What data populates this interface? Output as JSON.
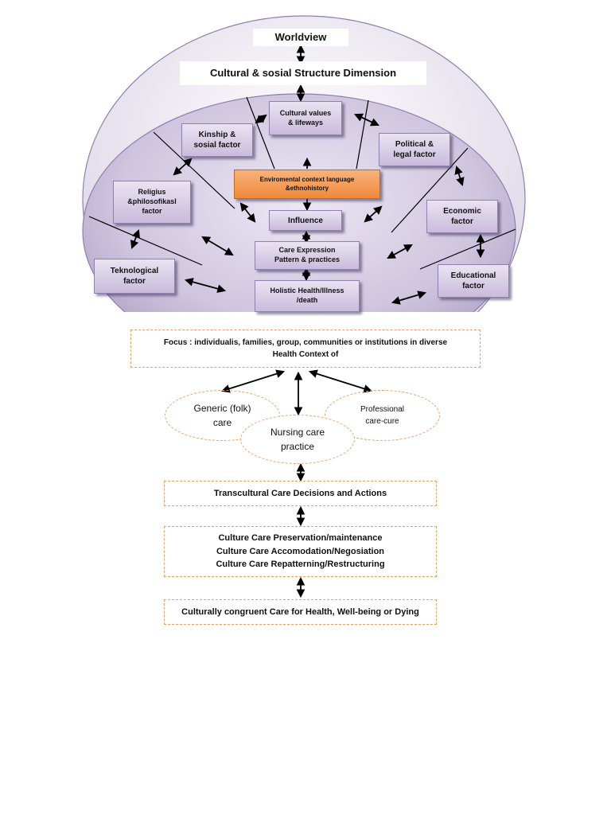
{
  "header": {
    "worldview": "Worldview",
    "structure": "Cultural & sosial Structure Dimension"
  },
  "factors": {
    "cultural_values": "Cultural values\n& lifeways",
    "kinship": "Kinship &\nsosial factor",
    "political": "Political &\nlegal factor",
    "religius": "Religius\n&philosofikasl\nfactor",
    "economic": "Economic\nfactor",
    "teknological": "Teknological\nfactor",
    "educational": "Educational\nfactor"
  },
  "center": {
    "environmental": "Enviromental context language\n&ethnohistory",
    "influence": "Influence",
    "care_expression": "Care Expression\nPattern & practices",
    "holistic": "Holistic Health/Illness\n/death"
  },
  "focus": "Focus : individualis, families, group, communities or institutions in diverse\nHealth Context of",
  "care_systems": {
    "generic": "Generic (folk)\ncare",
    "professional": "Professional\ncare-cure",
    "nursing": "Nursing care\npractice"
  },
  "decisions": "Transcultural Care Decisions and Actions",
  "culture_care": [
    "Culture Care Preservation/maintenance",
    "Culture Care Accomodation/Negosiation",
    "Culture Care Repatterning/Restructuring"
  ],
  "outcome": "Culturally congruent Care for Health, Well-being or Dying",
  "colors": {
    "outer_ellipse": "#ece8f2",
    "inner_ellipse": "#c7bcd9",
    "factor_box": "#d6cce4",
    "highlight_box": "#f08c3c",
    "dashed_border": "#f0a060"
  }
}
